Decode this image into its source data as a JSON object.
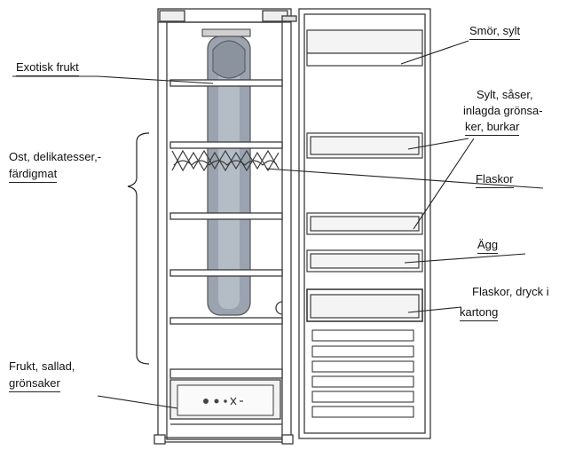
{
  "labels": {
    "smor_sylt": "Smör, sylt",
    "sylt_saser_1": "Sylt, såser,",
    "sylt_saser_2": "inlagda grönsa-",
    "sylt_saser_3": "ker, burkar",
    "exotisk_frukt": "Exotisk frukt",
    "ost_1": "Ost, delikatesser,-",
    "ost_2": "färdigmat",
    "flaskor": "Flaskor",
    "agg": "Ägg",
    "flaskor_dryck_1": "Flaskor, dryck i",
    "flaskor_dryck_2": "kartong",
    "frukt_1": "Frukt, sallad,",
    "frukt_2": "grönsaker"
  },
  "colors": {
    "outline": "#3a3a3a",
    "tube": "#9aa3af",
    "tube_dark": "#6f7884",
    "leader": "#222222",
    "panel": "#f4f4f4"
  }
}
